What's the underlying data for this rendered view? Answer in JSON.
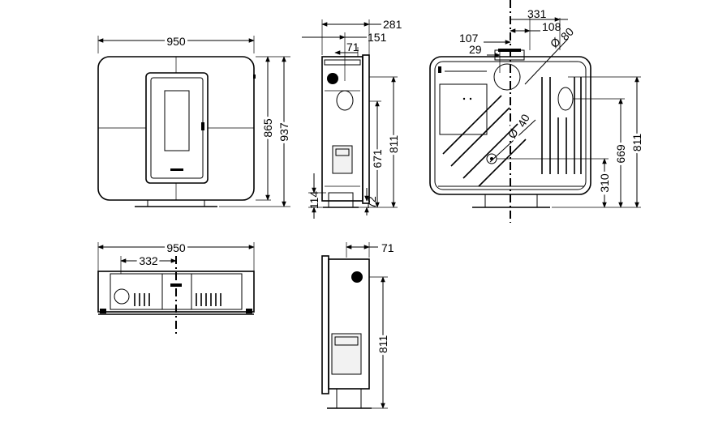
{
  "dimensions": {
    "front_width": "950",
    "front_height_inner": "865",
    "front_height_total": "937",
    "side_depth_total": "281",
    "side_flue_offset": "151",
    "side_top_offset": "71",
    "side_height_671": "671",
    "side_height_811": "811",
    "side_base_114": "114",
    "side_base_72": "72",
    "rear_offset_331": "331",
    "rear_offset_108": "108",
    "rear_offset_107": "107",
    "rear_offset_29": "29",
    "rear_diameter_80": "80",
    "rear_diameter_40": "40",
    "rear_height_669": "669",
    "rear_height_811": "811",
    "rear_height_310": "310",
    "plan_width": "950",
    "plan_offset_332": "332",
    "side2_top_offset": "71",
    "side2_height_811": "811"
  },
  "symbols": {
    "diameter_sign": "Ø"
  }
}
